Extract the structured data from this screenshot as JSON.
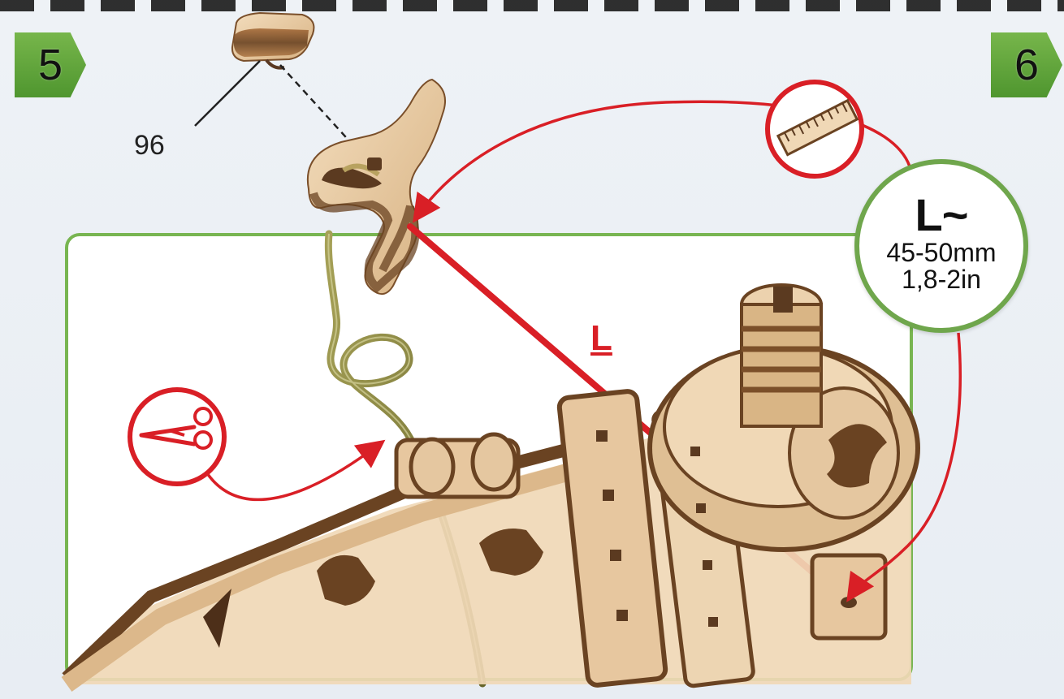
{
  "steps": {
    "left": "5",
    "right": "6"
  },
  "callouts": {
    "part_number": "96",
    "segment_label": "L",
    "measurement_title": "L~",
    "measurement_mm": "45-50mm",
    "measurement_in": "1,8-2in"
  },
  "colors": {
    "green": "#78b551",
    "red": "#d91f26",
    "wood": "#e7c79f",
    "wood_dark": "#6a4322",
    "string": "#8a8a42"
  },
  "icons": {
    "scissors": "scissors-icon",
    "ruler": "ruler-icon"
  }
}
